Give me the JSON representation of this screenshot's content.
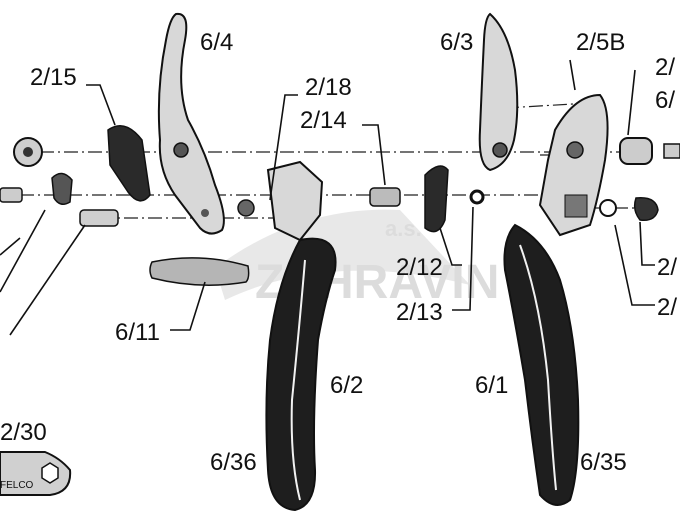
{
  "watermark": {
    "line1": "a.s.",
    "line2": "ZAHRAVIN"
  },
  "labels": {
    "l_6_4": "6/4",
    "l_6_3": "6/3",
    "l_2_5B": "2/5B",
    "l_2_15": "2/15",
    "l_2_18": "2/18",
    "l_2_14": "2/14",
    "l_2_12": "2/12",
    "l_2_13": "2/13",
    "l_6_11": "6/11",
    "l_6_2": "6/2",
    "l_6_1": "6/1",
    "l_6_36": "6/36",
    "l_6_35": "6/35",
    "l_2_30": "2/30",
    "l_right_top": "2/",
    "l_right_second": "6/",
    "l_right_mid": "2/",
    "l_right_low": "2/"
  },
  "tool_text": "FELCO"
}
